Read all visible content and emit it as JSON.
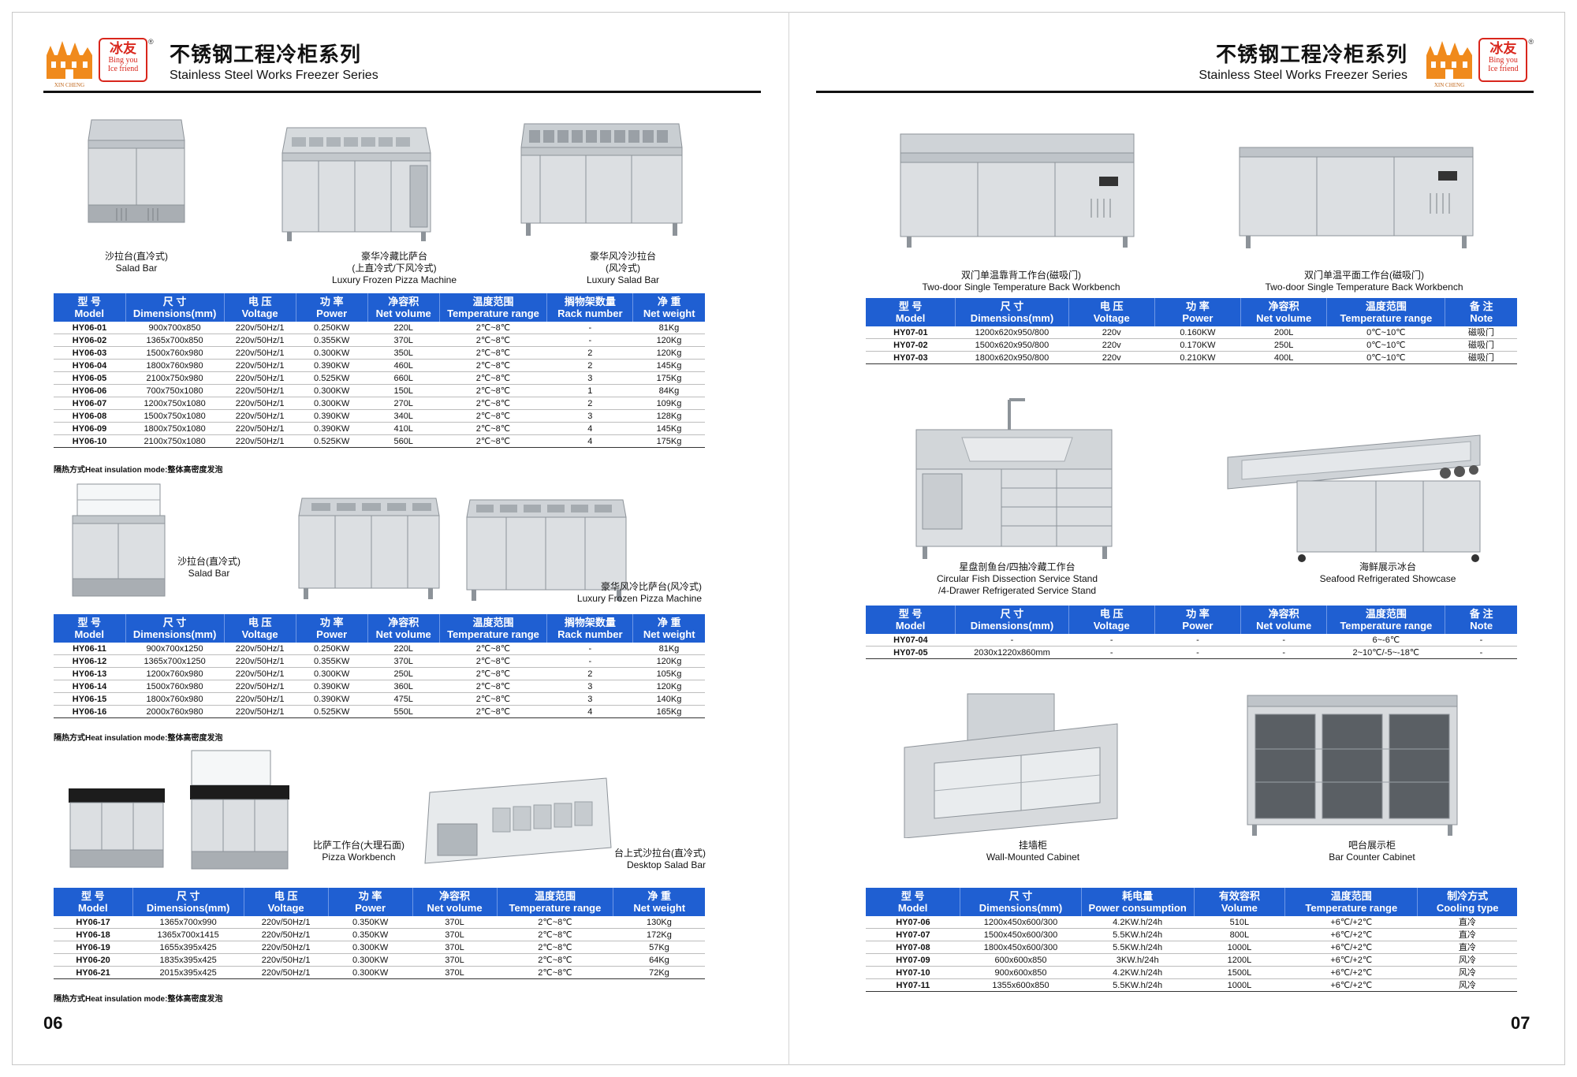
{
  "header": {
    "title_cn": "不锈钢工程冷柜系列",
    "title_en": "Stainless Steel Works Freezer Series",
    "brand_cn": "冰友",
    "brand_en1": "Bing you",
    "brand_en2": "Ice friend",
    "brand_small": "XIN   CHENG",
    "reg_mark": "®"
  },
  "page_left": "06",
  "page_right": "07",
  "colors": {
    "header_blue": "#1f5fd2",
    "brand_red": "#d9261c",
    "castle_orange": "#f08a1c"
  },
  "captions": {
    "salad1_cn": "沙拉台(直冷式)",
    "salad1_en": "Salad Bar",
    "pizza1_cn1": "豪华冷藏比萨台",
    "pizza1_cn2": "(上直冷式/下风冷式)",
    "pizza1_en": "Luxury Frozen Pizza Machine",
    "lsalad_cn1": "豪华风冷沙拉台",
    "lsalad_cn2": "(风冷式)",
    "lsalad_en": "Luxury Salad Bar",
    "salad2_cn": "沙拉台(直冷式)",
    "salad2_en": "Salad Bar",
    "pizza2_cn": "豪华风冷比萨台(风冷式)",
    "pizza2_en": "Luxury Frozen Pizza Machine",
    "pwork_cn": "比萨工作台(大理石面)",
    "pwork_en": "Pizza Workbench",
    "dsalad_cn": "台上式沙拉台(直冷式)",
    "dsalad_en": "Desktop Salad Bar",
    "back_cn": "双门单温靠背工作台(磁吸门)",
    "back_en": "Two-door Single Temperature Back Workbench",
    "flat_cn": "双门单温平面工作台(磁吸门)",
    "flat_en": "Two-door Single Temperature Back Workbench",
    "fish_cn": "星盘剖鱼台/四抽冷藏工作台",
    "fish_en1": "Circular Fish Dissection Service Stand",
    "fish_en2": "/4-Drawer Refrigerated Service Stand",
    "seafood_cn": "海鲜展示冰台",
    "seafood_en": "Seafood Refrigerated Showcase",
    "wall_cn": "挂墙柜",
    "wall_en": "Wall-Mounted Cabinet",
    "bar_cn": "吧台展示柜",
    "bar_en": "Bar Counter Cabinet"
  },
  "insulation_note": "隔热方式Heat insulation mode:整体高密度发泡",
  "table_a": {
    "headers": [
      {
        "cn": "型 号",
        "en": "Model"
      },
      {
        "cn": "尺 寸",
        "en": "Dimensions(mm)"
      },
      {
        "cn": "电 压",
        "en": "Voltage"
      },
      {
        "cn": "功 率",
        "en": "Power"
      },
      {
        "cn": "净容积",
        "en": "Net volume"
      },
      {
        "cn": "温度范围",
        "en": "Temperature range"
      },
      {
        "cn": "搁物架数量",
        "en": "Rack number"
      },
      {
        "cn": "净 重",
        "en": "Net weight"
      }
    ],
    "rows": [
      [
        "HY06-01",
        "900x700x850",
        "220v/50Hz/1",
        "0.250KW",
        "220L",
        "2℃~8℃",
        "-",
        "81Kg"
      ],
      [
        "HY06-02",
        "1365x700x850",
        "220v/50Hz/1",
        "0.355KW",
        "370L",
        "2℃~8℃",
        "-",
        "120Kg"
      ],
      [
        "HY06-03",
        "1500x760x980",
        "220v/50Hz/1",
        "0.300KW",
        "350L",
        "2℃~8℃",
        "2",
        "120Kg"
      ],
      [
        "HY06-04",
        "1800x760x980",
        "220v/50Hz/1",
        "0.390KW",
        "460L",
        "2℃~8℃",
        "2",
        "145Kg"
      ],
      [
        "HY06-05",
        "2100x750x980",
        "220v/50Hz/1",
        "0.525KW",
        "660L",
        "2℃~8℃",
        "3",
        "175Kg"
      ],
      [
        "HY06-06",
        "700x750x1080",
        "220v/50Hz/1",
        "0.300KW",
        "150L",
        "2℃~8℃",
        "1",
        "84Kg"
      ],
      [
        "HY06-07",
        "1200x750x1080",
        "220v/50Hz/1",
        "0.300KW",
        "270L",
        "2℃~8℃",
        "2",
        "109Kg"
      ],
      [
        "HY06-08",
        "1500x750x1080",
        "220v/50Hz/1",
        "0.390KW",
        "340L",
        "2℃~8℃",
        "3",
        "128Kg"
      ],
      [
        "HY06-09",
        "1800x750x1080",
        "220v/50Hz/1",
        "0.390KW",
        "410L",
        "2℃~8℃",
        "4",
        "145Kg"
      ],
      [
        "HY06-10",
        "2100x750x1080",
        "220v/50Hz/1",
        "0.525KW",
        "560L",
        "2℃~8℃",
        "4",
        "175Kg"
      ]
    ]
  },
  "table_b": {
    "headers": [
      {
        "cn": "型 号",
        "en": "Model"
      },
      {
        "cn": "尺 寸",
        "en": "Dimensions(mm)"
      },
      {
        "cn": "电 压",
        "en": "Voltage"
      },
      {
        "cn": "功 率",
        "en": "Power"
      },
      {
        "cn": "净容积",
        "en": "Net volume"
      },
      {
        "cn": "温度范围",
        "en": "Temperature range"
      },
      {
        "cn": "搁物架数量",
        "en": "Rack number"
      },
      {
        "cn": "净 重",
        "en": "Net weight"
      }
    ],
    "rows": [
      [
        "HY06-11",
        "900x700x1250",
        "220v/50Hz/1",
        "0.250KW",
        "220L",
        "2℃~8℃",
        "-",
        "81Kg"
      ],
      [
        "HY06-12",
        "1365x700x1250",
        "220v/50Hz/1",
        "0.355KW",
        "370L",
        "2℃~8℃",
        "-",
        "120Kg"
      ],
      [
        "HY06-13",
        "1200x760x980",
        "220v/50Hz/1",
        "0.300KW",
        "250L",
        "2℃~8℃",
        "2",
        "105Kg"
      ],
      [
        "HY06-14",
        "1500x760x980",
        "220v/50Hz/1",
        "0.390KW",
        "360L",
        "2℃~8℃",
        "3",
        "120Kg"
      ],
      [
        "HY06-15",
        "1800x760x980",
        "220v/50Hz/1",
        "0.390KW",
        "475L",
        "2℃~8℃",
        "3",
        "140Kg"
      ],
      [
        "HY06-16",
        "2000x760x980",
        "220v/50Hz/1",
        "0.525KW",
        "550L",
        "2℃~8℃",
        "4",
        "165Kg"
      ]
    ]
  },
  "table_c": {
    "headers": [
      {
        "cn": "型 号",
        "en": "Model"
      },
      {
        "cn": "尺 寸",
        "en": "Dimensions(mm)"
      },
      {
        "cn": "电 压",
        "en": "Voltage"
      },
      {
        "cn": "功 率",
        "en": "Power"
      },
      {
        "cn": "净容积",
        "en": "Net volume"
      },
      {
        "cn": "温度范围",
        "en": "Temperature range"
      },
      {
        "cn": "净 重",
        "en": "Net weight"
      }
    ],
    "rows": [
      [
        "HY06-17",
        "1365x700x990",
        "220v/50Hz/1",
        "0.350KW",
        "370L",
        "2℃~8℃",
        "130Kg"
      ],
      [
        "HY06-18",
        "1365x700x1415",
        "220v/50Hz/1",
        "0.350KW",
        "370L",
        "2℃~8℃",
        "172Kg"
      ],
      [
        "HY06-19",
        "1655x395x425",
        "220v/50Hz/1",
        "0.300KW",
        "370L",
        "2℃~8℃",
        "57Kg"
      ],
      [
        "HY06-20",
        "1835x395x425",
        "220v/50Hz/1",
        "0.300KW",
        "370L",
        "2℃~8℃",
        "64Kg"
      ],
      [
        "HY06-21",
        "2015x395x425",
        "220v/50Hz/1",
        "0.300KW",
        "370L",
        "2℃~8℃",
        "72Kg"
      ]
    ]
  },
  "table_d": {
    "headers": [
      {
        "cn": "型 号",
        "en": "Model"
      },
      {
        "cn": "尺 寸",
        "en": "Dimensions(mm)"
      },
      {
        "cn": "电 压",
        "en": "Voltage"
      },
      {
        "cn": "功 率",
        "en": "Power"
      },
      {
        "cn": "净容积",
        "en": "Net volume"
      },
      {
        "cn": "温度范围",
        "en": "Temperature range"
      },
      {
        "cn": "备 注",
        "en": "Note"
      }
    ],
    "rows": [
      [
        "HY07-01",
        "1200x620x950/800",
        "220v",
        "0.160KW",
        "200L",
        "0℃~10℃",
        "磁吸门"
      ],
      [
        "HY07-02",
        "1500x620x950/800",
        "220v",
        "0.170KW",
        "250L",
        "0℃~10℃",
        "磁吸门"
      ],
      [
        "HY07-03",
        "1800x620x950/800",
        "220v",
        "0.210KW",
        "400L",
        "0℃~10℃",
        "磁吸门"
      ]
    ]
  },
  "table_e": {
    "headers": [
      {
        "cn": "型 号",
        "en": "Model"
      },
      {
        "cn": "尺 寸",
        "en": "Dimensions(mm)"
      },
      {
        "cn": "电 压",
        "en": "Voltage"
      },
      {
        "cn": "功 率",
        "en": "Power"
      },
      {
        "cn": "净容积",
        "en": "Net volume"
      },
      {
        "cn": "温度范围",
        "en": "Temperature range"
      },
      {
        "cn": "备 注",
        "en": "Note"
      }
    ],
    "rows": [
      [
        "HY07-04",
        "-",
        "-",
        "-",
        "-",
        "6~-6℃",
        "-"
      ],
      [
        "HY07-05",
        "2030x1220x860mm",
        "-",
        "-",
        "-",
        "2~10℃/-5~-18℃",
        "-"
      ]
    ]
  },
  "table_f": {
    "headers": [
      {
        "cn": "型 号",
        "en": "Model"
      },
      {
        "cn": "尺 寸",
        "en": "Dimensions(mm)"
      },
      {
        "cn": "耗电量",
        "en": "Power consumption"
      },
      {
        "cn": "有效容积",
        "en": "Volume"
      },
      {
        "cn": "温度范围",
        "en": "Temperature range"
      },
      {
        "cn": "制冷方式",
        "en": "Cooling type"
      }
    ],
    "rows": [
      [
        "HY07-06",
        "1200x450x600/300",
        "4.2KW.h/24h",
        "510L",
        "+6℃/+2℃",
        "直冷"
      ],
      [
        "HY07-07",
        "1500x450x600/300",
        "5.5KW.h/24h",
        "800L",
        "+6℃/+2℃",
        "直冷"
      ],
      [
        "HY07-08",
        "1800x450x600/300",
        "5.5KW.h/24h",
        "1000L",
        "+6℃/+2℃",
        "直冷"
      ],
      [
        "HY07-09",
        "600x600x850",
        "3KW.h/24h",
        "1200L",
        "+6℃/+2℃",
        "风冷"
      ],
      [
        "HY07-10",
        "900x600x850",
        "4.2KW.h/24h",
        "1500L",
        "+6℃/+2℃",
        "风冷"
      ],
      [
        "HY07-11",
        "1355x600x850",
        "5.5KW.h/24h",
        "1000L",
        "+6℃/+2℃",
        "风冷"
      ]
    ]
  }
}
